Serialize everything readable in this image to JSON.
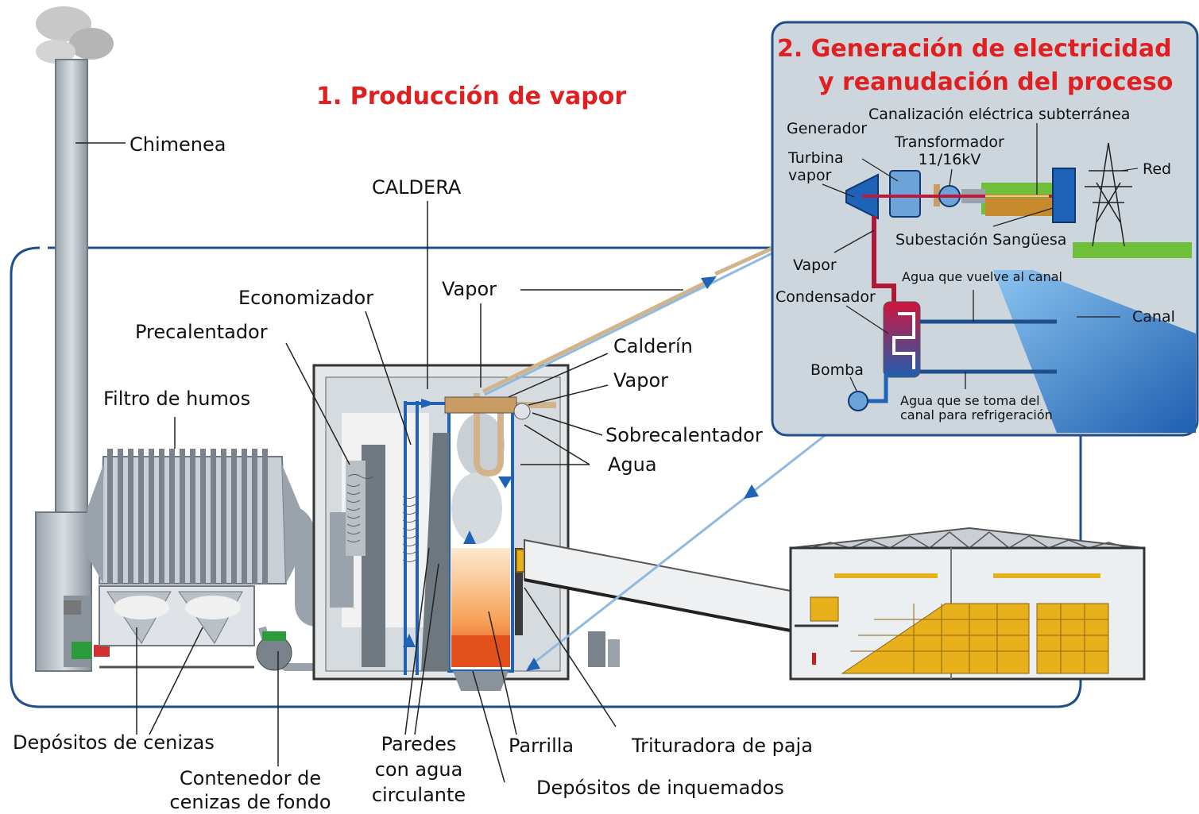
{
  "colors": {
    "title_red": "#e02020",
    "frame_blue": "#1f4f8a",
    "pipe_blue": "#1e63b8",
    "inset_bg": "#cdd5dd",
    "bale_yellow": "#e8b11c",
    "canal_blue": "#2f7fd0"
  },
  "titles": {
    "steam_production": "1. Producción de vapor",
    "generation_line1": "2. Generación de electricidad",
    "generation_line2": "y reanudación del proceso"
  },
  "labels": {
    "chimenea": "Chimenea",
    "caldera": "CALDERA",
    "economizador": "Economizador",
    "vapor_main": "Vapor",
    "precalentador": "Precalentador",
    "calderin": "Calderín",
    "vapor_drum": "Vapor",
    "filtro_humos": "Filtro de humos",
    "sobrecalentador": "Sobrecalentador",
    "agua": "Agua",
    "depositos_cenizas": "Depósitos de cenizas",
    "paredes_1": "Paredes",
    "paredes_2": "con agua",
    "paredes_3": "circulante",
    "parrilla": "Parrilla",
    "trituradora": "Trituradora de paja",
    "contenedor_1": "Contenedor de",
    "contenedor_2": "cenizas de fondo",
    "inquemados": "Depósitos de inquemados"
  },
  "inset_labels": {
    "canalizacion": "Canalización eléctrica subterránea",
    "generador": "Generador",
    "transformador_1": "Transformador",
    "transformador_2": "11/16kV",
    "turbina_1": "Turbina",
    "turbina_2": "vapor",
    "red": "Red",
    "subestacion": "Subestación Sangüesa",
    "vapor": "Vapor",
    "agua_vuelve": "Agua que vuelve al canal",
    "condensador": "Condensador",
    "canal": "Canal",
    "bomba": "Bomba",
    "agua_toma_1": "Agua que se toma del",
    "agua_toma_2": "canal para refrigeración"
  }
}
